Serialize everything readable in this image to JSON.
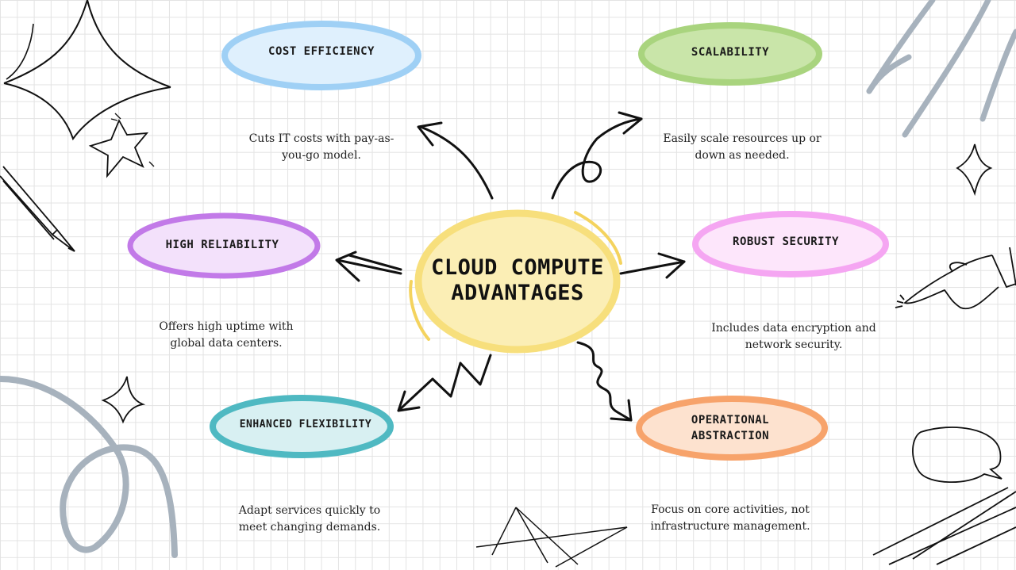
{
  "center": {
    "line1": "CLOUD COMPUTE",
    "line2": "ADVANTAGES",
    "color": "#f7df7c"
  },
  "nodes": [
    {
      "label": "COST EFFICIENCY",
      "desc_line1": "Cuts IT costs with pay-as-",
      "desc_line2": "you-go model.",
      "color": "#9fd0f5"
    },
    {
      "label": "SCALABILITY",
      "desc_line1": "Easily scale resources up or",
      "desc_line2": "down as needed.",
      "color": "#a9d47e"
    },
    {
      "label": "HIGH RELIABILITY",
      "desc_line1": "Offers high uptime with",
      "desc_line2": "global data centers.",
      "color": "#c27ae8"
    },
    {
      "label": "ROBUST SECURITY",
      "desc_line1": "Includes data encryption and",
      "desc_line2": "network security.",
      "color": "#f5a6f2"
    },
    {
      "label": "ENHANCED FLEXIBILITY",
      "desc_line1": "Adapt services quickly to",
      "desc_line2": "meet changing demands.",
      "color": "#4fb9c2"
    },
    {
      "label_line1": "OPERATIONAL",
      "label_line2": "ABSTRACTION",
      "desc_line1": "Focus on core activities, not",
      "desc_line2": "infrastructure management.",
      "color": "#f7a36b"
    }
  ],
  "decoration": {
    "stroke_color": "#111111",
    "swirl_color": "#a7b2bd"
  }
}
